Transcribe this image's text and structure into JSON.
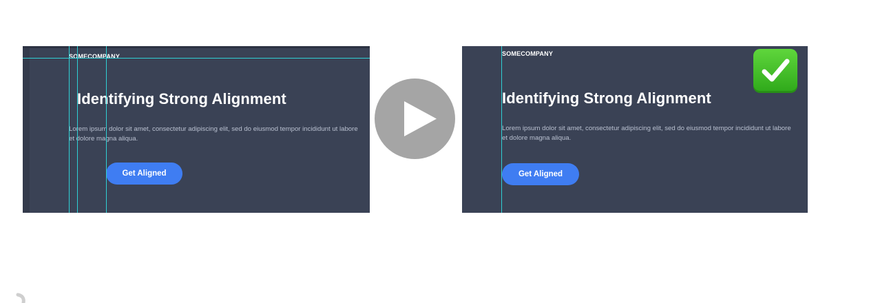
{
  "before": {
    "brand": "SOMECOMPANY",
    "heading": "Identifying Strong Alignment",
    "body": "Lorem ipsum dolor sit amet, consectetur adipiscing elit, sed do eiusmod tempor incididunt ut labore et dolore magna aliqua.",
    "cta_label": "Get Aligned"
  },
  "after": {
    "brand": "SOMECOMPANY",
    "heading": "Identifying Strong Alignment",
    "body": "Lorem ipsum dolor sit amet, consectetur adipiscing elit, sed do eiusmod tempor incididunt ut labore et dolore magna aliqua.",
    "cta_label": "Get Aligned",
    "badge_icon": "check-mark-icon"
  },
  "controls": {
    "play_icon": "play-icon"
  },
  "colors": {
    "panel_background": "#3a4255",
    "guide_line": "#2fd1d6",
    "cta_background": "#3f7df2",
    "check_badge": "#3cbf26"
  }
}
